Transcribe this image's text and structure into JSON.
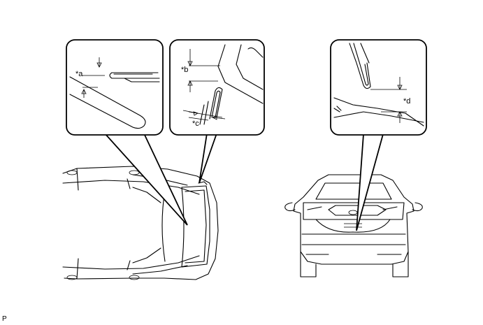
{
  "callouts": [
    {
      "id": "a",
      "label": "*a"
    },
    {
      "id": "b",
      "label": "*b"
    },
    {
      "id": "c",
      "label": "*c"
    },
    {
      "id": "d",
      "label": "*d"
    }
  ],
  "corner_mark": "P"
}
